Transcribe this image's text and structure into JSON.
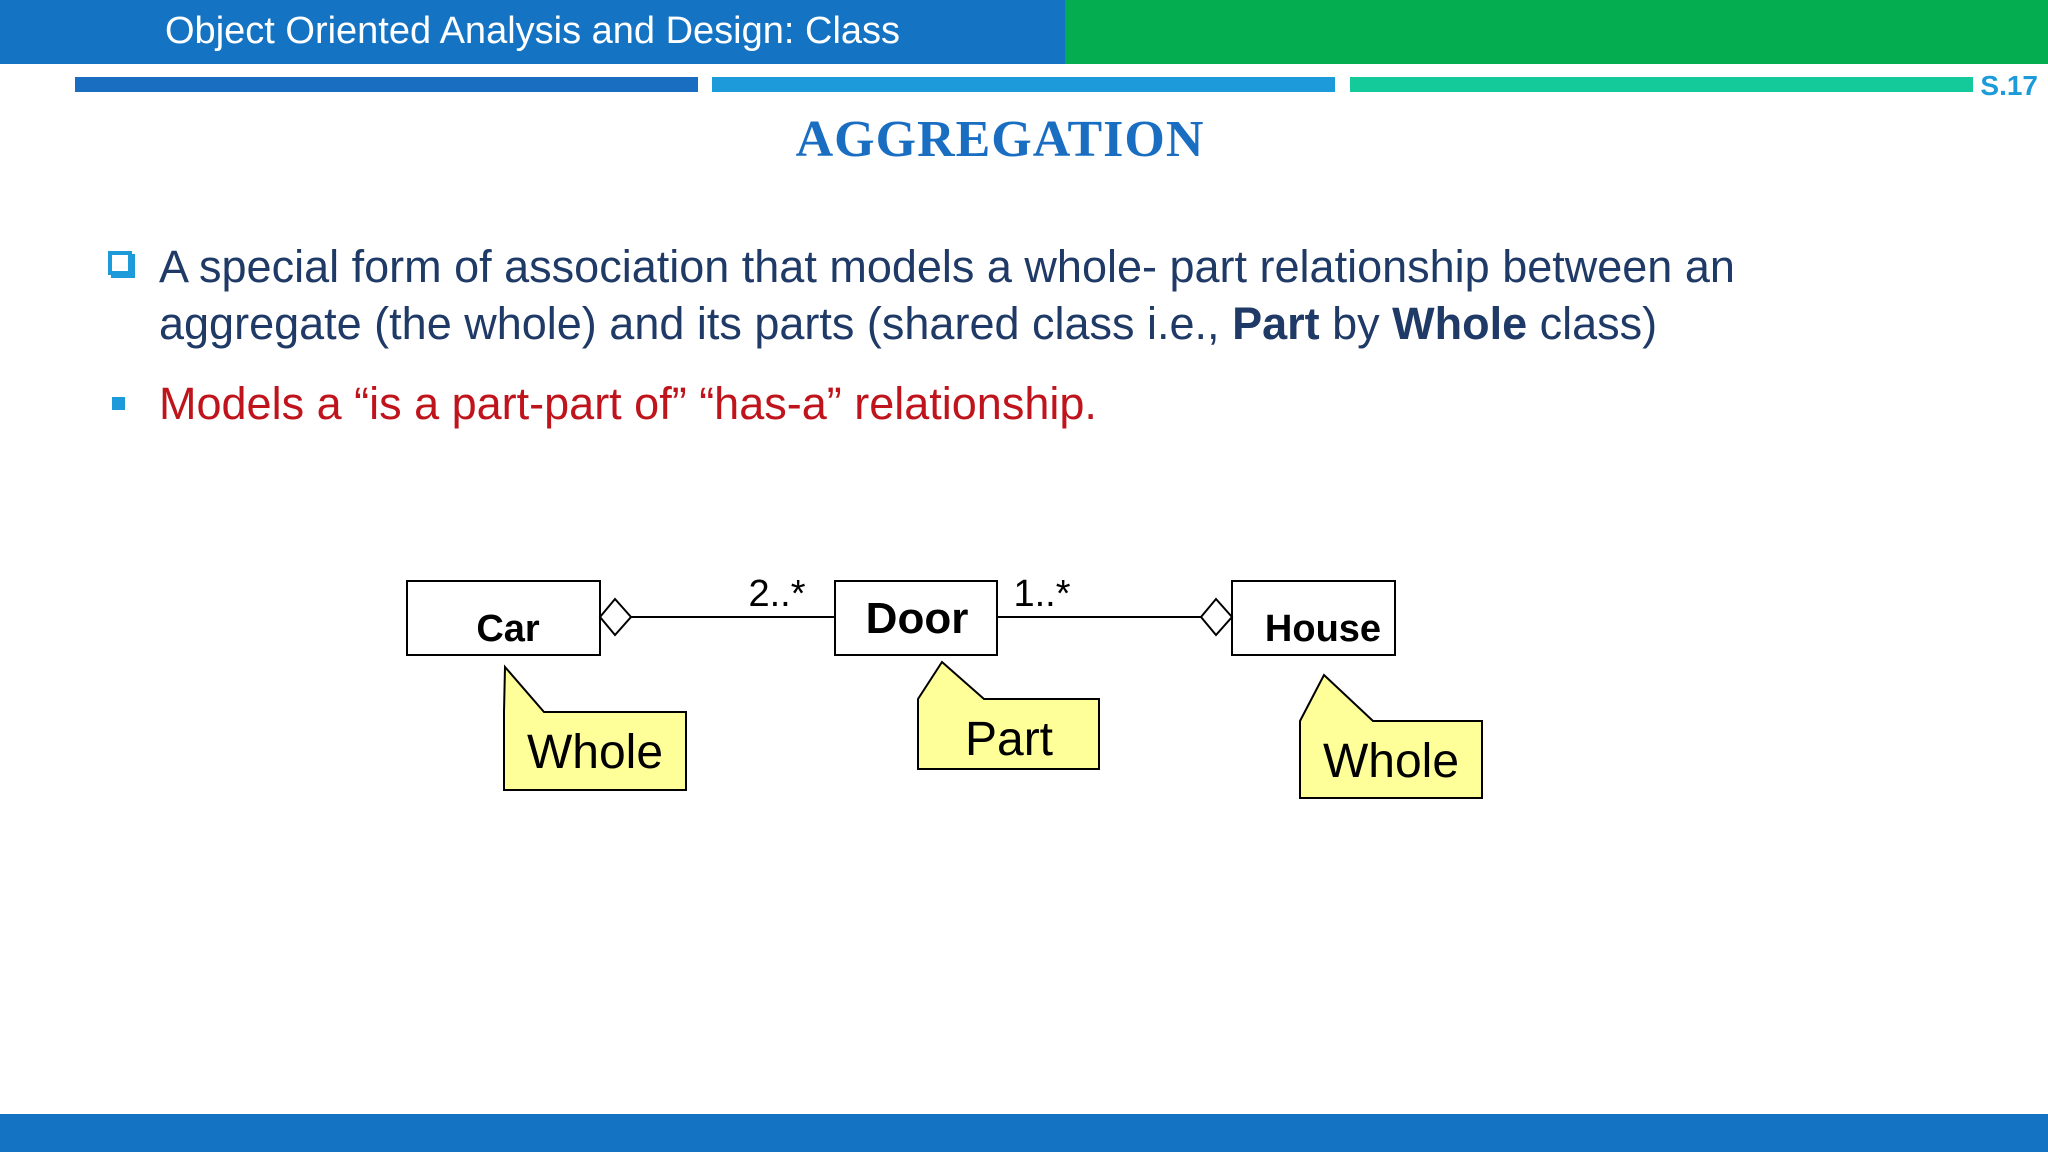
{
  "header": {
    "title": "Object Oriented Analysis and Design: Class",
    "slide_number": "S.17"
  },
  "colors": {
    "header_blue": "#1573c4",
    "header_green": "#03ad50",
    "title_blue": "#1a6ec2",
    "body_navy": "#1f3a66",
    "accent_red": "#c0141c",
    "note_yellow": "#ffff99"
  },
  "slide": {
    "title": "AGGREGATION",
    "bullet1": {
      "text_a": "A special form of association that models a whole- part relationship between an aggregate (the whole) and its parts (shared class i.e., ",
      "bold_part": "Part",
      "text_b": " by ",
      "bold_whole": "Whole",
      "text_c": " class)"
    },
    "bullet2": "Models a “is a part-part of”  “has-a” relationship."
  },
  "diagram": {
    "classes": {
      "car": "Car",
      "door": "Door",
      "house": "House"
    },
    "multiplicities": {
      "car_door": "2..*",
      "door_house": "1..*"
    },
    "notes": {
      "car": "Whole",
      "door": "Part",
      "house": "Whole"
    }
  }
}
